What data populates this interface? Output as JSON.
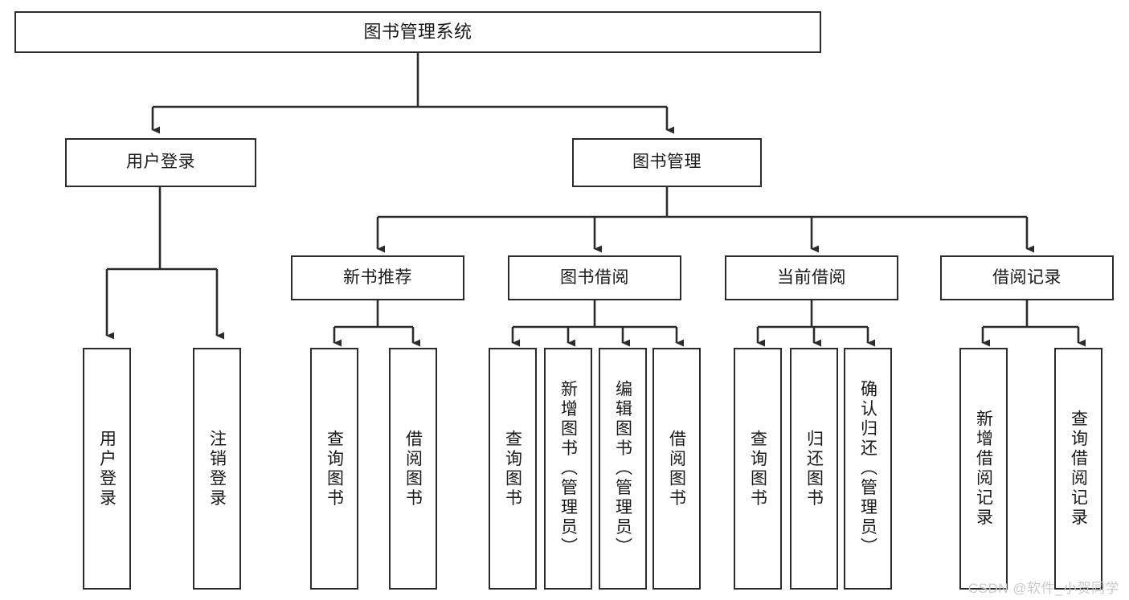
{
  "diagram": {
    "type": "tree-hierarchy",
    "title": "图书管理系统",
    "orientation": "top-down",
    "colors": {
      "background": "#ffffff",
      "box_border": "#2b2b2b",
      "box_fill": "#ffffff",
      "text": "#1a1a1a",
      "connector": "#2b2b2b",
      "watermark": "#c9c9c9"
    }
  },
  "nodes": {
    "root": {
      "label": "图书管理系统",
      "level": 0
    },
    "level1": [
      {
        "id": "user-login",
        "label": "用户登录"
      },
      {
        "id": "book-management",
        "label": "图书管理"
      }
    ],
    "level2": [
      {
        "id": "new-book-recommend",
        "label": "新书推荐",
        "parent": "book-management"
      },
      {
        "id": "book-borrow",
        "label": "图书借阅",
        "parent": "book-management"
      },
      {
        "id": "current-borrow",
        "label": "当前借阅",
        "parent": "book-management"
      },
      {
        "id": "borrow-record",
        "label": "借阅记录",
        "parent": "book-management"
      }
    ],
    "leaves": {
      "user_login": [
        {
          "id": "leaf-user-login",
          "label": "用户登录"
        },
        {
          "id": "leaf-logout",
          "label": "注销登录"
        }
      ],
      "new_book_recommend": [
        {
          "id": "leaf-query-book-1",
          "label": "查询图书"
        },
        {
          "id": "leaf-borrow-book-1",
          "label": "借阅图书"
        }
      ],
      "book_borrow": [
        {
          "id": "leaf-query-book-2",
          "label": "查询图书"
        },
        {
          "id": "leaf-add-book",
          "label": "新增图书（管理员）"
        },
        {
          "id": "leaf-edit-book",
          "label": "编辑图书（管理员）"
        },
        {
          "id": "leaf-borrow-book-2",
          "label": "借阅图书"
        }
      ],
      "current_borrow": [
        {
          "id": "leaf-query-book-3",
          "label": "查询图书"
        },
        {
          "id": "leaf-return-book",
          "label": "归还图书"
        },
        {
          "id": "leaf-confirm-return",
          "label": "确认归还（管理员）"
        }
      ],
      "borrow_record": [
        {
          "id": "leaf-add-record",
          "label": "新增借阅记录"
        },
        {
          "id": "leaf-query-record",
          "label": "查询借阅记录"
        }
      ]
    }
  },
  "watermark": {
    "text": "CSDN @软件_小贺同学"
  }
}
